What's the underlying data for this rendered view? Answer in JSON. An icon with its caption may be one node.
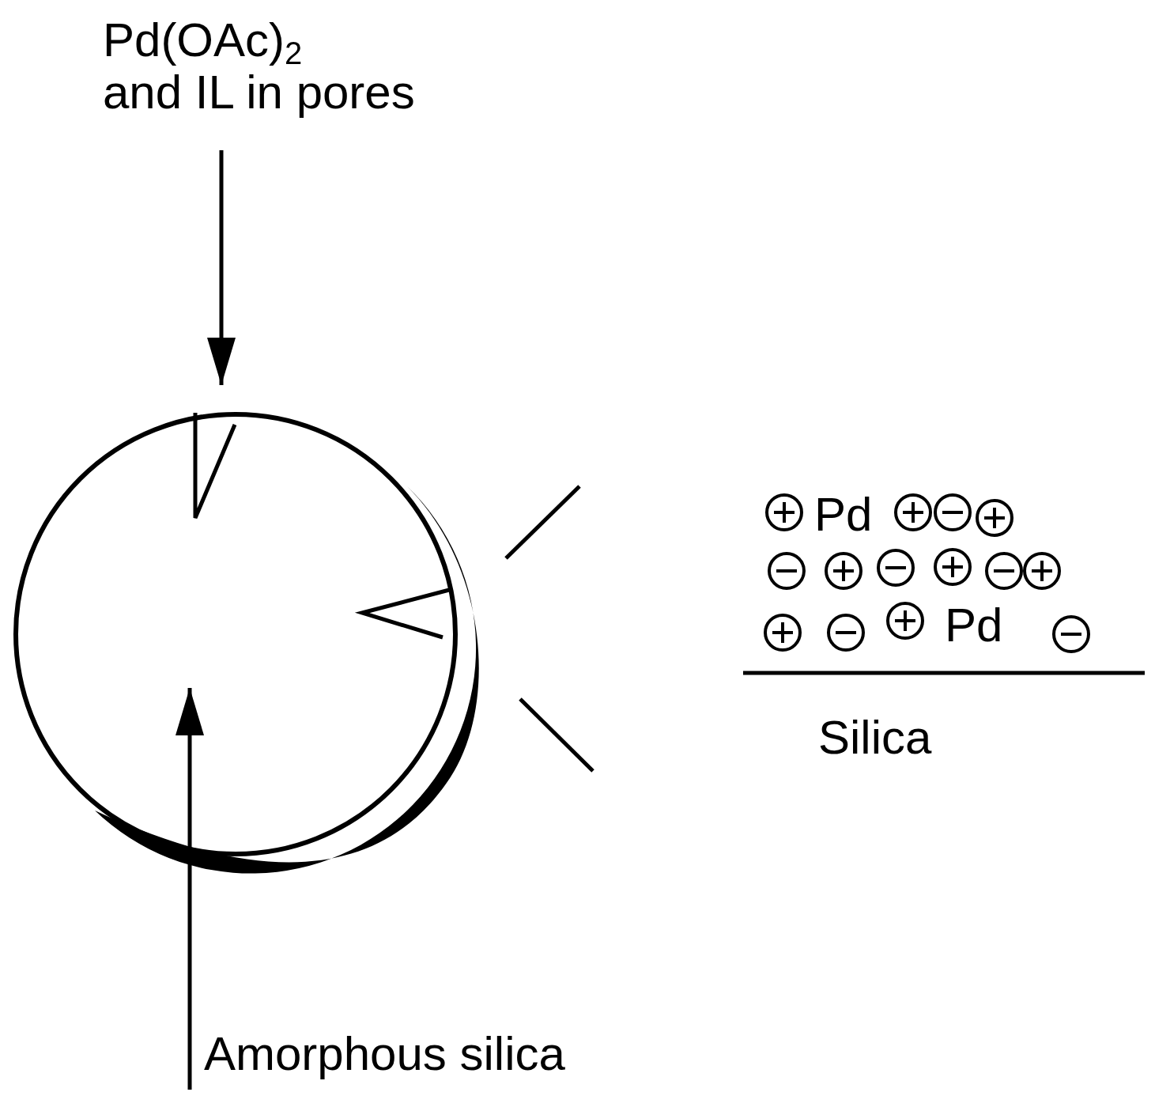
{
  "diagram": {
    "nodes": [
      {
        "text": [
          "Pd(OAc)$_{2}$ and IL in pores"
        ]
      },
      {
        "text": [],
        "shape": "circle"
      },
      {
        "text": [
          "Amorphous silica"
        ]
      }
    ],
    "edges": [
      {
        "from": 0,
        "to": 1,
        "arrow": "to"
      },
      {
        "from": 2,
        "to": 1,
        "arrow": "to"
      }
    ],
    "labels": [
      "Pd",
      "Pd",
      "Silica"
    ]
  }
}
